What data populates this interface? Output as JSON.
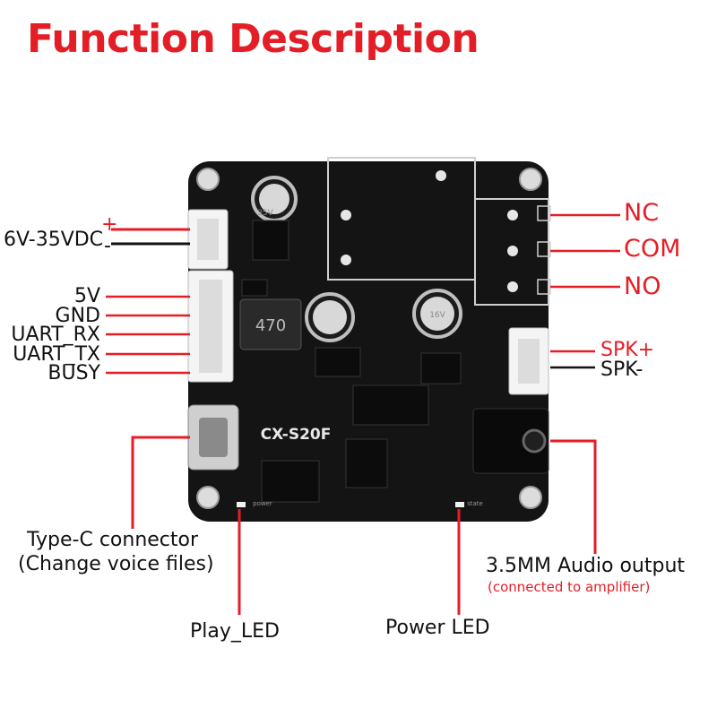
{
  "title": "Function Description",
  "board": {
    "model": "CX-S20F",
    "inductor": "470",
    "cap1": "35V",
    "cap2": "16V",
    "silk_power": "power",
    "silk_state": "state"
  },
  "labels": {
    "power_in": "6V-35VDC",
    "plus": "+",
    "minus": "-",
    "v5": "5V",
    "gnd": "GND",
    "uart_rx": "UART_RX",
    "uart_tx": "UART_TX",
    "busy": "BUSY",
    "nc": "NC",
    "com": "COM",
    "no": "NO",
    "spk_plus": "SPK+",
    "spk_minus": "SPK-",
    "typec_1": "Type-C connector",
    "typec_2": "(Change voice files)",
    "audio_1": "3.5MM Audio output",
    "audio_2": "(connected to amplifier)",
    "play_led": "Play_LED",
    "power_led": "Power LED"
  },
  "colors": {
    "accent": "#e41e26",
    "board": "#141414",
    "line": "#e41e26"
  }
}
